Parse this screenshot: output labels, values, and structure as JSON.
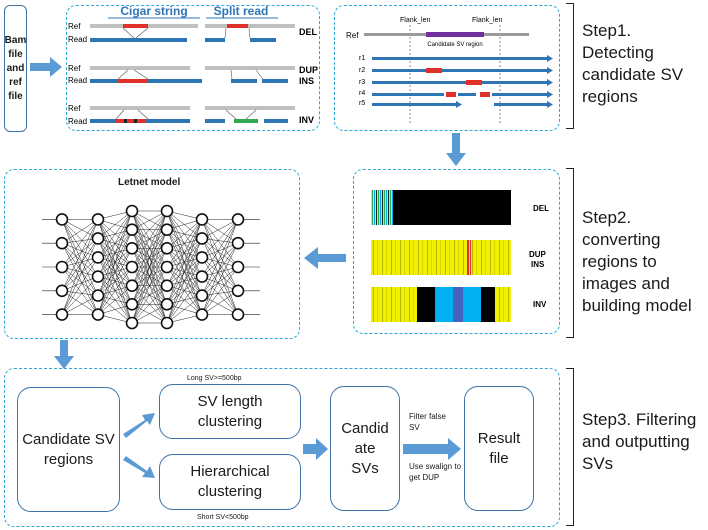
{
  "input": {
    "label": "Bam file and ref file"
  },
  "panel1": {
    "cigar_title": "Cigar string",
    "split_title": "Split read",
    "ref": "Ref",
    "read": "Read",
    "del": "DEL",
    "dup": "DUP",
    "ins": "INS",
    "inv": "INV"
  },
  "panel2": {
    "flank_left": "Flank_len",
    "flank_right": "Flank_len",
    "ref": "Ref",
    "candidate": "Candidate SV region",
    "reads": [
      "r1",
      "r2",
      "r3",
      "r4",
      "r5"
    ]
  },
  "panel3": {
    "del": "DEL",
    "dup": "DUP",
    "ins": "INS",
    "inv": "INV"
  },
  "panel4": {
    "title": "Letnet model"
  },
  "panel5": {
    "candidate_regions": "Candidate SV regions",
    "long_sv": "Long SV>=500bp",
    "short_sv": "Short SV<500bp",
    "length_clustering": "SV length clustering",
    "hier_clustering": "Hierarchical clustering",
    "candidate_svs": "Candid ate SVs",
    "filter": "Filter false SV",
    "swalign": "Use swalign to get DUP",
    "result": "Result file"
  },
  "steps": {
    "step1": "Step1. Detecting candidate SV regions",
    "step2": "Step2. converting regions to images and building model",
    "step3": "Step3. Filtering and outputting SVs"
  },
  "colors": {
    "dashed": "#29a8d8",
    "arrow": "#5b9bd5",
    "box_border": "#3e73aa",
    "read_bar": "#2e75b6",
    "variant": "#e0302a",
    "inv_segment": "#2fa84f",
    "candidate_bar": "#7030a0",
    "image_yellow": "#f0f000"
  }
}
